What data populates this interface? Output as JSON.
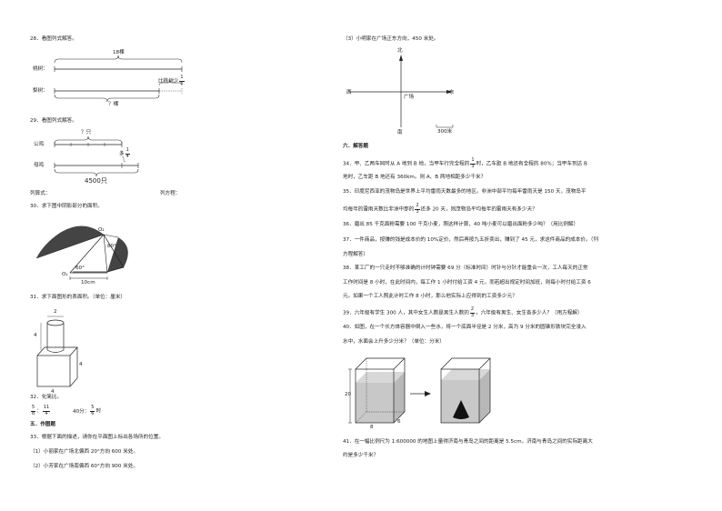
{
  "q28": {
    "title": "28．看图列式解答。",
    "total": "18棵",
    "row1": "桃树：",
    "row2": "梨树：",
    "less_label": "比桃树少",
    "frac_n": "1",
    "frac_d": "6",
    "unknown": "？棵"
  },
  "q29": {
    "title": "29．看图列式解答。",
    "row1": "公鸡",
    "row2": "母鸡",
    "unknown": "？只",
    "more_prefix": "多",
    "frac_n": "1",
    "frac_d": "4",
    "total": "4500只",
    "formula_label": "列算式：",
    "equation_label": "列方程："
  },
  "q30": {
    "title": "30．求下图中阴影部分的面积。",
    "o1": "O₁",
    "o2": "O₂",
    "angle1": "80°",
    "angle2": "60°",
    "length": "10cm"
  },
  "q31": {
    "title": "31．求下面图形的表面积。（单位：厘米）",
    "dim_top": "2",
    "dim_left": "4",
    "dim_right": "4",
    "dim_bottom": "4"
  },
  "q32": {
    "title": "32．化简比。",
    "a_n": "5",
    "a_d": "8",
    "sep": "：",
    "b_n": "11",
    "b_d": "4",
    "c": "40分：",
    "d_n": "5",
    "d_d": "6",
    "d_unit": "时"
  },
  "section5": "五．作图题",
  "q33": {
    "title": "33．根据下面的描述，请你在平面图上标出各场所的位置。",
    "item1": "（1）小丽家在广场北偏西 20°方向 600 米处。",
    "item2": "（2）小芳家在广场南偏西 60°方向 900 米处。",
    "item3": "（3）小明家在广场正东方向，450 米处。"
  },
  "compass": {
    "north": "北",
    "south": "南",
    "west": "西",
    "east": "东",
    "center": "广场",
    "scale": "300米"
  },
  "section6": "六．解答题",
  "q34": {
    "line1_a": "34．甲、乙两车同时从 A 地到 B 地，当甲车行完全程的",
    "frac_n": "1",
    "frac_d": "3",
    "line1_b": "时，乙车距 B 地还有全程的 80%；当甲车到达 B",
    "line2": "地时，乙车距 B 地还有 360km。则 A、B 两地相距多少千米？"
  },
  "q35": {
    "line1": "35．印度尼西亚的茂物岛是世界上平均雷雨天数最多的地区。非洲中部平均每年雷雨天是 150 天，茂物岛平",
    "line2_a": "均每年的雷雨天数比非洲中部的",
    "frac_n": "2",
    "frac_d": "3",
    "line2_b": "还多 20 天，则茂物岛平均每年的雷雨天有多少天？"
  },
  "q36": "36．磨出 85 千克面粉需要 100 千克小麦，照这样计算，40 吨小麦可以磨出面粉多少吨？（用比例解）",
  "q37": {
    "line1": "37．一件商品，按赚的钱是成本价的 10%定价，然后再按九五折卖出，赚到了 45 元，求这件商品的成本价。（列",
    "line2": "方程解答）"
  },
  "q38": {
    "line1": "38．某工厂的一只走时不够准确的计时钟需要 69 分（标准时间）时针与分针才能重合一次，工人每天的正常",
    "line2": "工作时间是 8 小时，在此时间内，每工作 1 小时付给工资 4 元，而若超出规定时间加班，则每小时付给工资 6",
    "line3": "元。如果一个工人照此计时工作 8 小时，那么他实际上应得到的工资多少元？"
  },
  "q39": {
    "line_a": "39．六年级有学生 300 人，其中女生人数是男生人数的",
    "frac_n": "2",
    "frac_d": "3",
    "line_b": "，六年级有男生、女生各多少人？（用方程解）"
  },
  "q40": {
    "line1": "40．如图，在一个长方体容器中倒入一些水，将一个底面半径是 2 分米，高为 9 分米的圆锥形铁块完全浸入",
    "line2": "水中，水面会上升多少分米？（单位：分米）",
    "dim_h": "20",
    "dim_w": "8",
    "dim_d": "6"
  },
  "q41": {
    "line1": "41．在一幅比例尺为 1:600000 的地图上量得济南与青岛之间的距离是 5.5cm，济南与青岛之间的实际距离大",
    "line2": "约是多少千米？"
  }
}
